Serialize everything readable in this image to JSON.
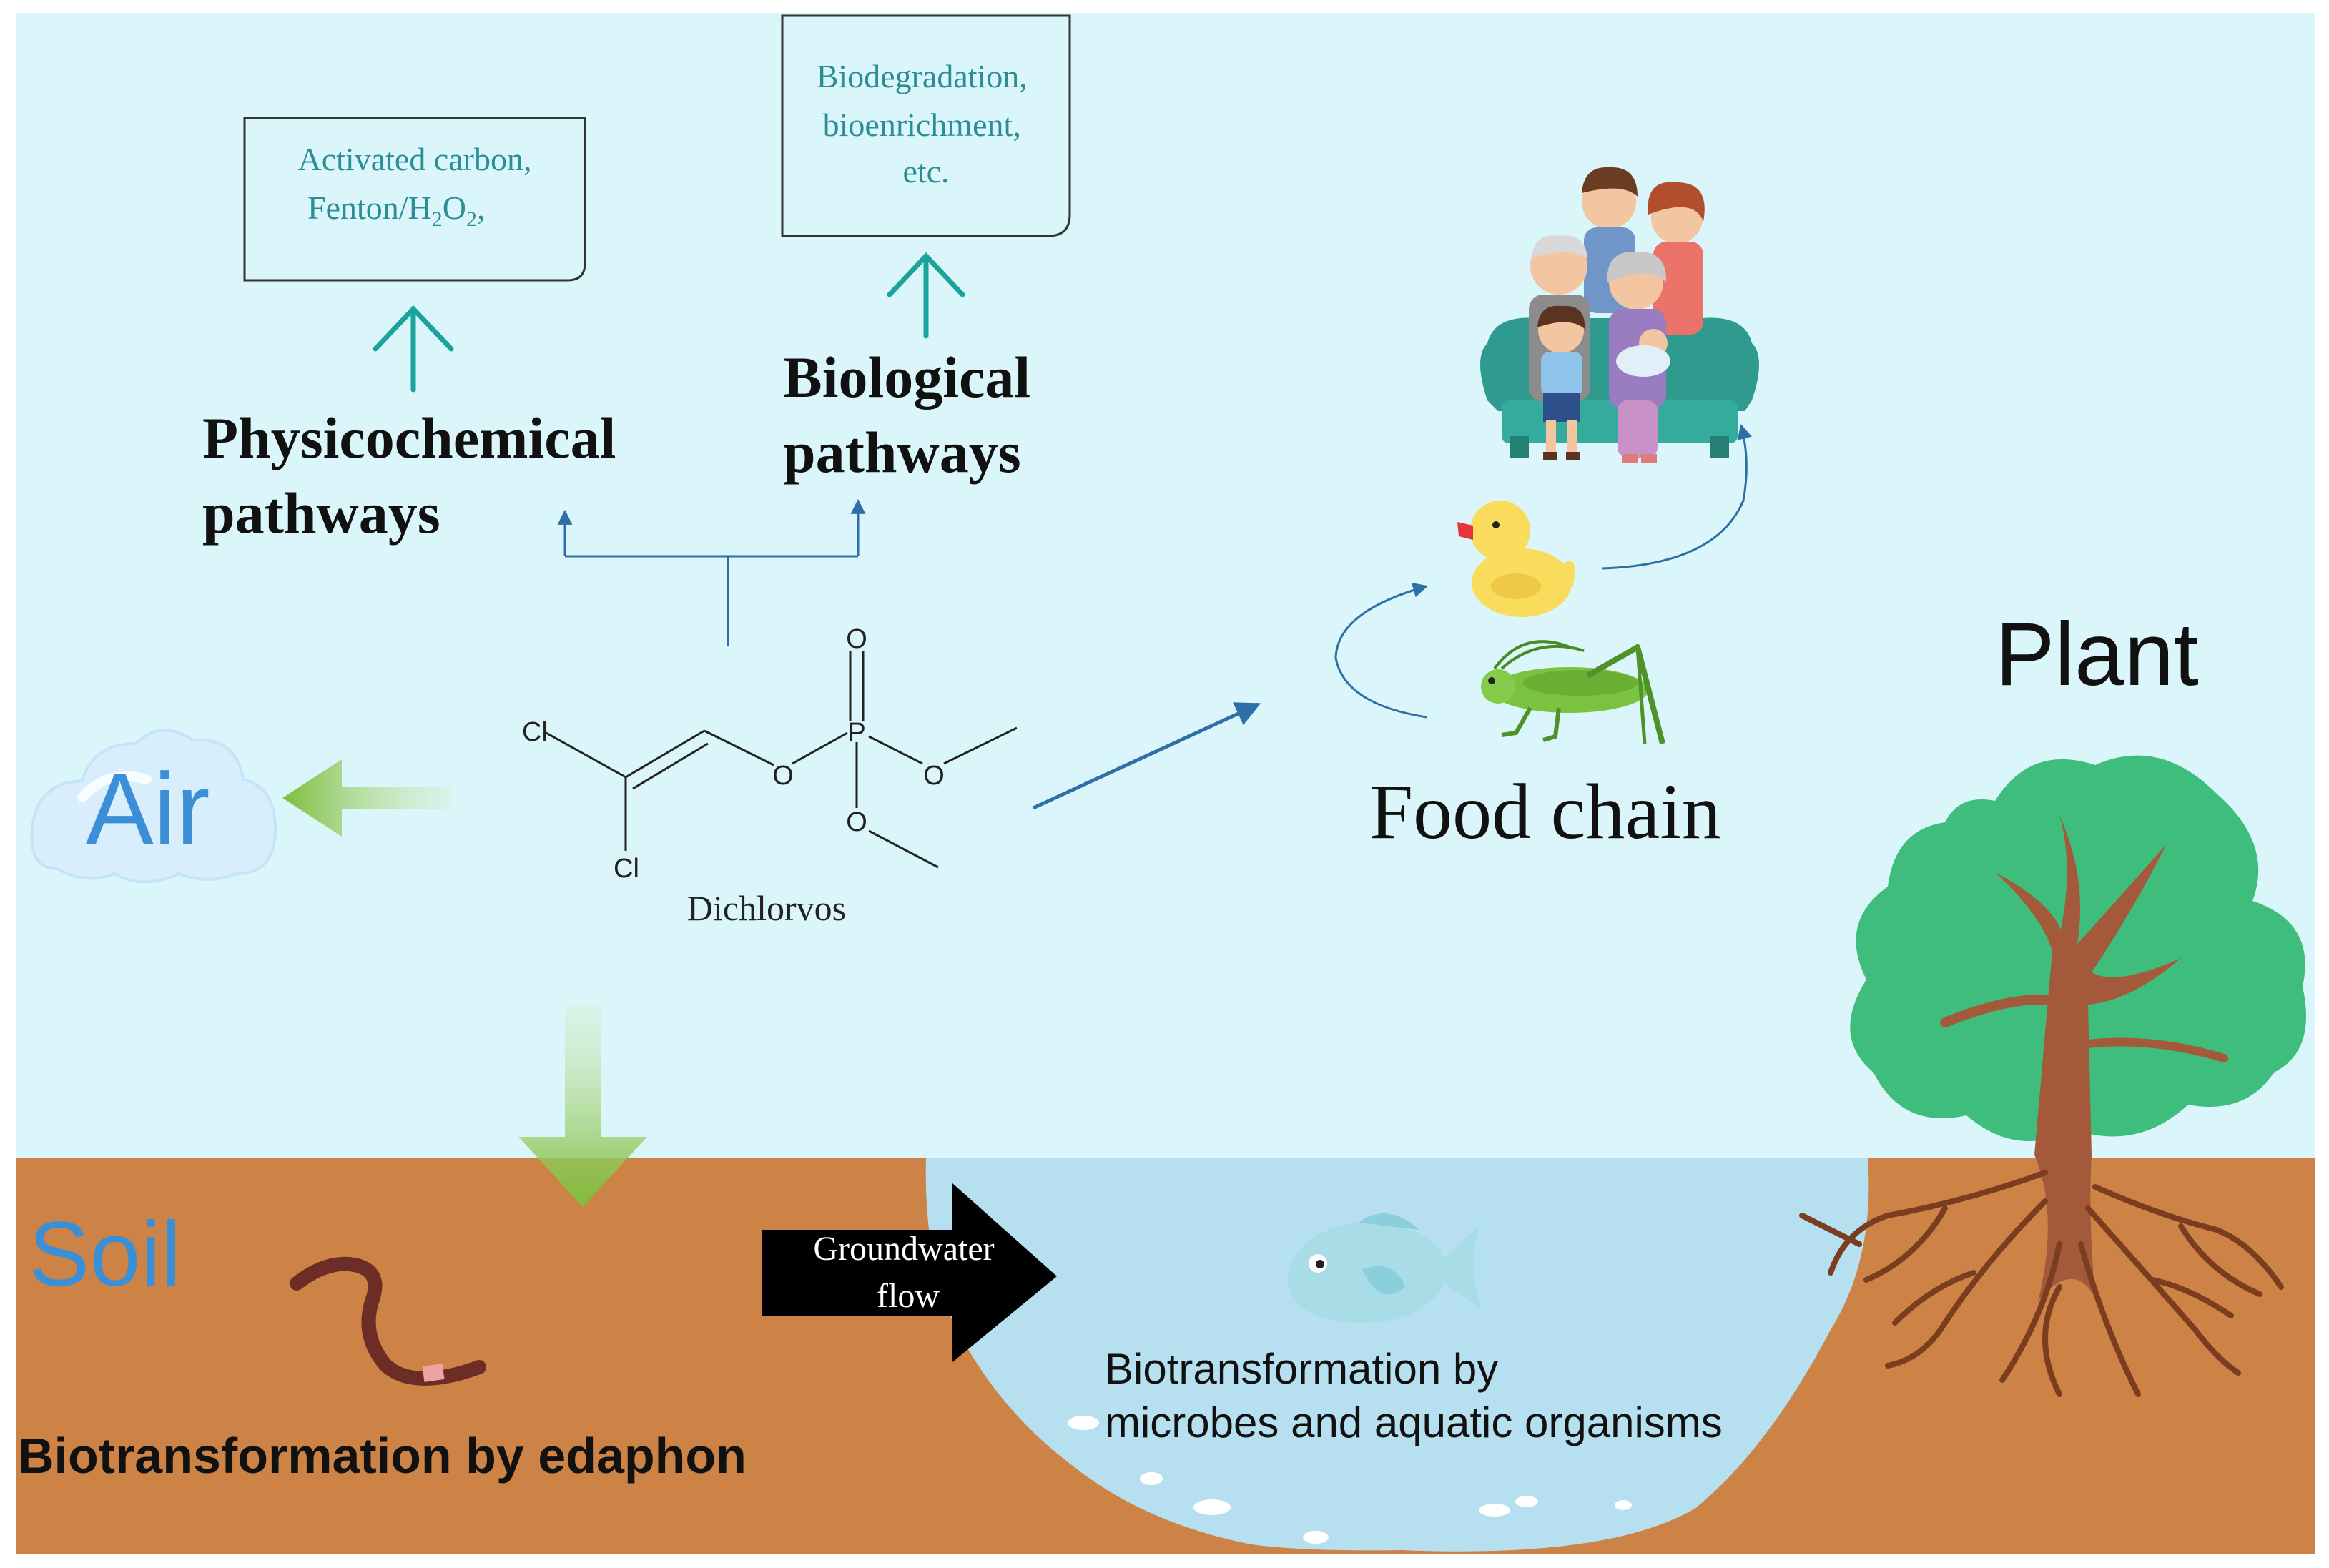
{
  "figure": {
    "boxes": {
      "physico_methods_line1": "Activated carbon,",
      "physico_methods_line2_prefix": "Fenton/H",
      "physico_methods_sub1": "2",
      "physico_methods_mid": "O",
      "physico_methods_sub2": "2",
      "physico_methods_suffix": ",",
      "bio_methods_line1": "Biodegradation,",
      "bio_methods_line2": "bioenrichment,",
      "bio_methods_line3": "etc."
    },
    "pathways": {
      "physico_line1": "Physicochemical",
      "physico_line2": "pathways",
      "bio_line1": "Biological",
      "bio_line2": "pathways"
    },
    "molecule": {
      "name": "Dichlorvos",
      "atoms": {
        "cl_top": "Cl",
        "cl_bottom": "Cl",
        "o_ester": "O",
        "p": "P",
        "o_double": "O",
        "o_right": "O",
        "o_bottom": "O"
      }
    },
    "compartments": {
      "air": "Air",
      "soil": "Soil",
      "plant": "Plant",
      "food_chain": "Food chain"
    },
    "groundwater": {
      "line1": "Groundwater",
      "line2": "flow"
    },
    "captions": {
      "soil_caption": "Biotransformation by edaphon",
      "water_caption_line1": "Biotransformation by",
      "water_caption_line2": "microbes and aquatic organisms"
    },
    "colors": {
      "sky": "#dbf6fb",
      "soil": "#cd8246",
      "water": "#b6dff0",
      "teal_arrow": "#1aa39a",
      "blue_line": "#2f6fa8",
      "green_arrow": "#8cc63f",
      "label_blue": "#3b8fd6",
      "tree_green": "#3fbd7c",
      "tree_trunk": "#a45a3a"
    },
    "icons": [
      "cloud-icon",
      "earthworm-icon",
      "fish-icon",
      "duck-icon",
      "grasshopper-icon",
      "family-icon",
      "tree-icon"
    ]
  }
}
